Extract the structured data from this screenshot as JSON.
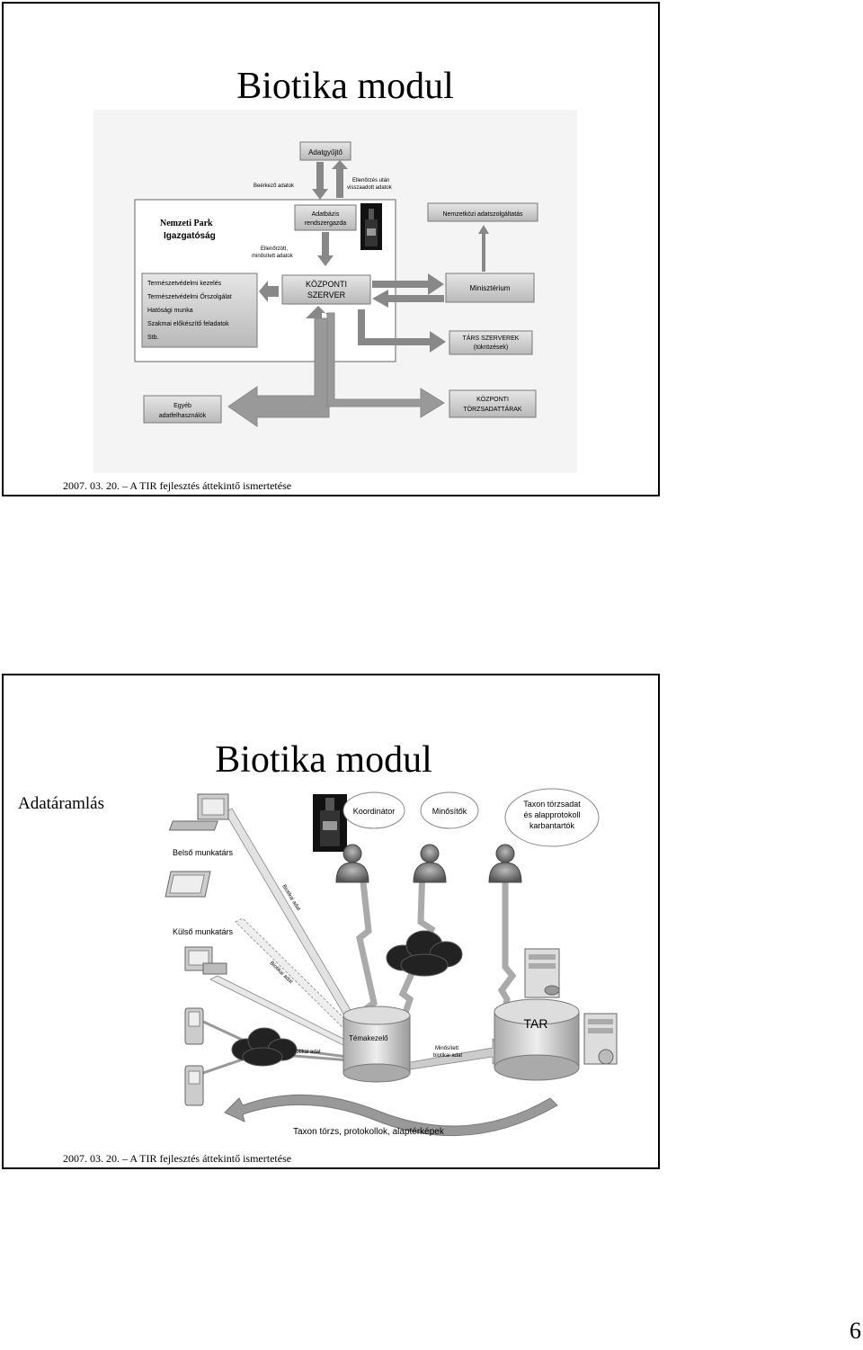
{
  "slide1": {
    "title": "Biotika modul",
    "footer": "2007. 03. 20. – A TIR fejlesztés áttekintő ismertetése",
    "diagram": {
      "adatgyujto": "Adatgyűjtő",
      "beerkezo": "Beérkező adatok",
      "ellenorzes_line1": "Ellenőrzés után",
      "ellenorzes_line2": "visszaadott adatok",
      "nemzeti_park_line1": "Nemzeti Park",
      "nemzeti_park_line2": "Igazgatóság",
      "adatbazis_line1": "Adatbázis",
      "adatbazis_line2": "rendszergazda",
      "nemzetkozi": "Nemzetközi adatszolgáltatás",
      "ellenorzott_line1": "Ellenőrzött,",
      "ellenorzott_line2": "minősített adatok",
      "list_items": [
        "Természetvédelmi kezelés",
        "Természetvédelmi Őrszolgálat",
        "Hatósági munka",
        "Szakmai előkészítő feladatok",
        "Stb."
      ],
      "kozponti_line1": "KÖZPONTI",
      "kozponti_line2": "SZERVER",
      "miniszterium": "Minisztérium",
      "tars_line1": "TÁRS SZERVEREK",
      "tars_line2": "(tükrözések)",
      "egyeb_line1": "Egyéb",
      "egyeb_line2": "adatfelhasználók",
      "torzs_line1": "KÖZPONTI",
      "torzs_line2": "TÖRZSADATTÁRAK"
    }
  },
  "slide2": {
    "title": "Biotika modul",
    "side_label": "Adatáramlás",
    "footer": "2007. 03. 20. – A TIR fejlesztés áttekintő ismertetése",
    "diagram": {
      "koordinator": "Koordinátor",
      "minosito": "Minősítők",
      "taxon_line1": "Taxon törzsadat",
      "taxon_line2": "és alapprotokoll",
      "taxon_line3": "karbantartók",
      "belso": "Belső munkatárs",
      "kulso": "Külső munkatárs",
      "biotikai1": "Biotikai adat",
      "biotikai2": "Biotikai adat",
      "biotikai3": "Biotikai adat",
      "temakezelo": "Témakezelő",
      "minositett_line1": "Minősített",
      "minositett_line2": "biotikai adat",
      "tar": "TAR",
      "taxon_bottom": "Taxon törzs, protokollok, alaptérképek"
    }
  },
  "page_number": "6"
}
